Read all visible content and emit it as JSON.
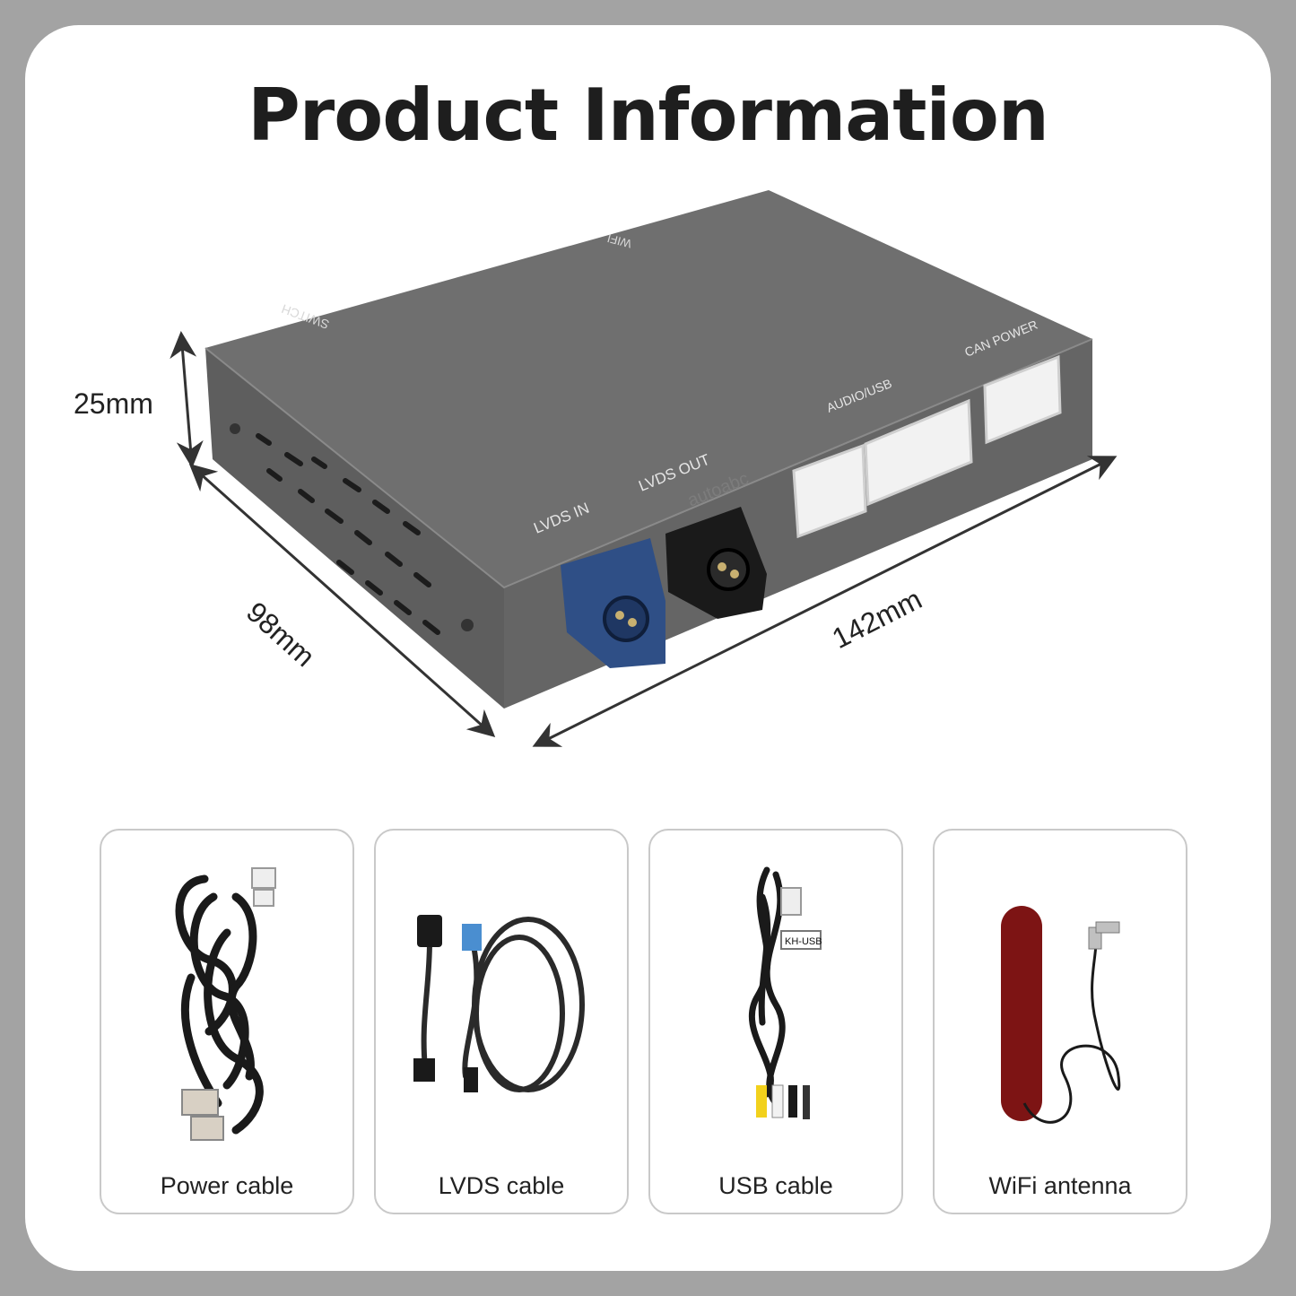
{
  "title": "Product Information",
  "dimensions": {
    "height": "25mm",
    "depth": "98mm",
    "width": "142mm"
  },
  "ports": {
    "switch": "SWITCH",
    "wifi": "WIFI",
    "lvds_in": "LVDS IN",
    "lvds_out": "LVDS OUT",
    "audio_usb": "AUDIO/USB",
    "can_power": "CAN POWER"
  },
  "watermark": "autoabc",
  "accessories": [
    {
      "label": "Power cable",
      "icon": "power-cable-icon"
    },
    {
      "label": "LVDS cable",
      "icon": "lvds-cable-icon"
    },
    {
      "label": "USB cable",
      "icon": "usb-cable-icon"
    },
    {
      "label": "WiFi antenna",
      "icon": "wifi-antenna-icon"
    }
  ],
  "usb_tag": "KH-USB",
  "colors": {
    "device": "#6f6f6f",
    "lvds_in": "#2f4f86",
    "lvds_out": "#1a1a1a",
    "antenna": "#7d1414"
  }
}
